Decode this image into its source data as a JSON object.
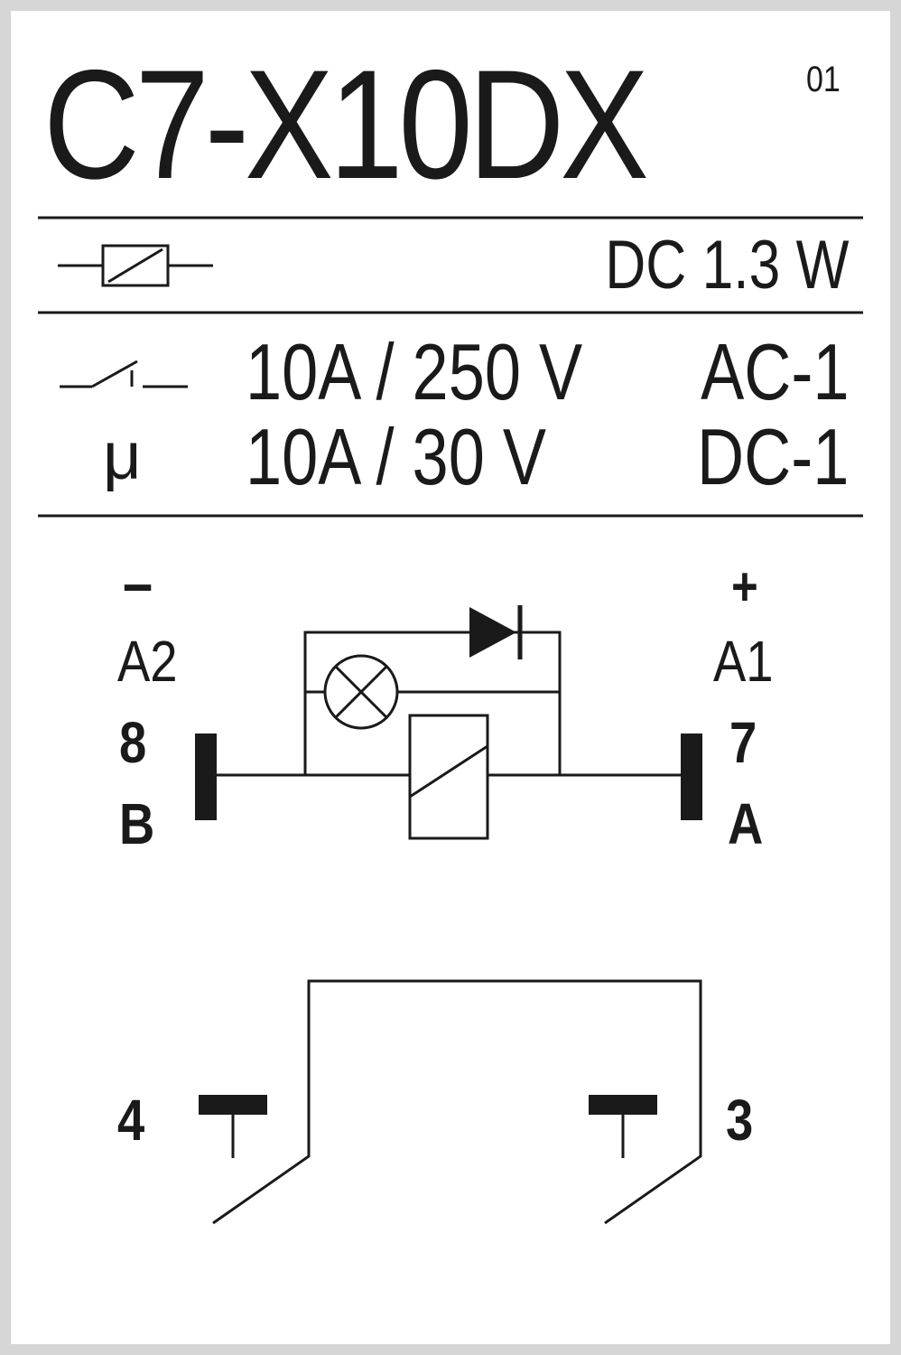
{
  "header": {
    "model": "C7-X10DX",
    "version": "01"
  },
  "coil": {
    "icon": "coil-symbol-icon",
    "power": "DC 1.3 W"
  },
  "contact": {
    "icon": "contact-symbol-icon",
    "micro_symbol": "μ",
    "ratings": [
      {
        "value": "10A / 250 V",
        "category": "AC-1"
      },
      {
        "value": "10A / 30 V",
        "category": "DC-1"
      }
    ]
  },
  "terminals": {
    "left": {
      "polarity": "–",
      "name": "A2",
      "number": "8",
      "letter": "B"
    },
    "right": {
      "polarity": "+",
      "name": "A1",
      "number": "7",
      "letter": "A"
    }
  },
  "contacts": {
    "left": "4",
    "right": "3"
  },
  "colors": {
    "ink": "#1a1a1a",
    "background": "#ffffff",
    "border": "#d6d6d6"
  }
}
